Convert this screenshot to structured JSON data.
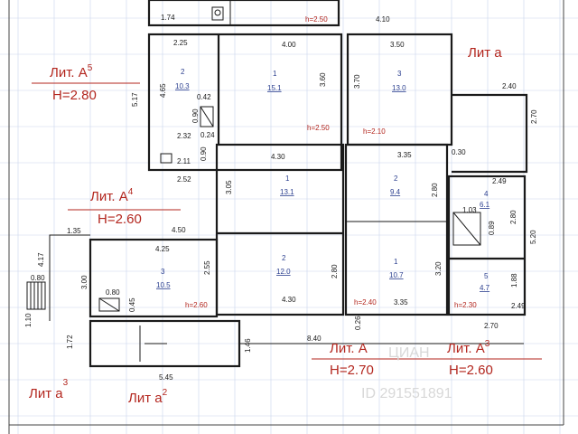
{
  "literas": [
    {
      "id": "a5",
      "name": "Лит. А",
      "sup": "5",
      "h": "Н=2.80"
    },
    {
      "id": "a4",
      "name": "Лит. А",
      "sup": "4",
      "h": "Н=2.60"
    },
    {
      "id": "a",
      "name": "Лит. А",
      "sup": "",
      "h": "Н=2.70"
    },
    {
      "id": "a3",
      "name": "Лит. А",
      "sup": "3",
      "h": "Н=2.60"
    },
    {
      "id": "sa",
      "name": "Лит а",
      "sup": ""
    },
    {
      "id": "sa3",
      "name": "Лит а",
      "sup": "3"
    },
    {
      "id": "sa2",
      "name": "Лит а",
      "sup": "2"
    }
  ],
  "rooms": [
    {
      "id": "r1",
      "number": "2",
      "area": "10.3"
    },
    {
      "id": "r2",
      "number": "1",
      "area": "15.1"
    },
    {
      "id": "r3",
      "number": "3",
      "area": "13.0"
    },
    {
      "id": "r4",
      "number": "1",
      "area": "13.1"
    },
    {
      "id": "r5",
      "number": "2",
      "area": "9.4"
    },
    {
      "id": "r6",
      "number": "2",
      "area": "12.0"
    },
    {
      "id": "r7",
      "number": "1",
      "area": "10.7"
    },
    {
      "id": "r8",
      "number": "3",
      "area": "10.5"
    },
    {
      "id": "r9",
      "number": "4",
      "area": "6.1"
    },
    {
      "id": "r10",
      "number": "5",
      "area": "4.7"
    }
  ],
  "heights": {
    "h_top": "h=2.50",
    "h_r2": "h=2.50",
    "h_r3": "h=2.10",
    "h_r8": "h=2.60",
    "h_r7": "h=2.40",
    "h_r10": "h=2.30"
  },
  "dims": {
    "d174": "1.74",
    "d225": "2.25",
    "d400": "4.00",
    "d350": "3.50",
    "d410": "4.10",
    "d517": "5.17",
    "d465": "4.65",
    "d042": "0.42",
    "d090a": "0.90",
    "d024": "0.24",
    "d232": "2.32",
    "d360": "3.60",
    "d370": "3.70",
    "d240": "2.40",
    "d270a": "2.70",
    "d211": "2.11",
    "d090b": "0.90",
    "d252": "2.52",
    "d430a": "4.30",
    "d335a": "3.35",
    "d030": "0.30",
    "d305": "3.05",
    "d280a": "2.80",
    "d249a": "2.49",
    "d103": "1.03",
    "d280b": "2.80",
    "d089": "0.89",
    "d520": "5.20",
    "d135": "1.35",
    "d450": "4.50",
    "d417": "4.17",
    "d425": "4.25",
    "d255": "2.55",
    "d080a": "0.80",
    "d300": "3.00",
    "d080b": "0.80",
    "d045": "0.45",
    "d280c": "2.80",
    "d320": "3.20",
    "d188": "1.88",
    "d110": "1.10",
    "d430b": "4.30",
    "d335b": "3.35",
    "d249b": "2.49",
    "d026": "0.26",
    "d270b": "2.70",
    "d172": "1.72",
    "d146": "1.46",
    "d840": "8.40",
    "d545": "5.45"
  },
  "watermark": "ЦИАН",
  "watermark_id": "ID 291551891"
}
